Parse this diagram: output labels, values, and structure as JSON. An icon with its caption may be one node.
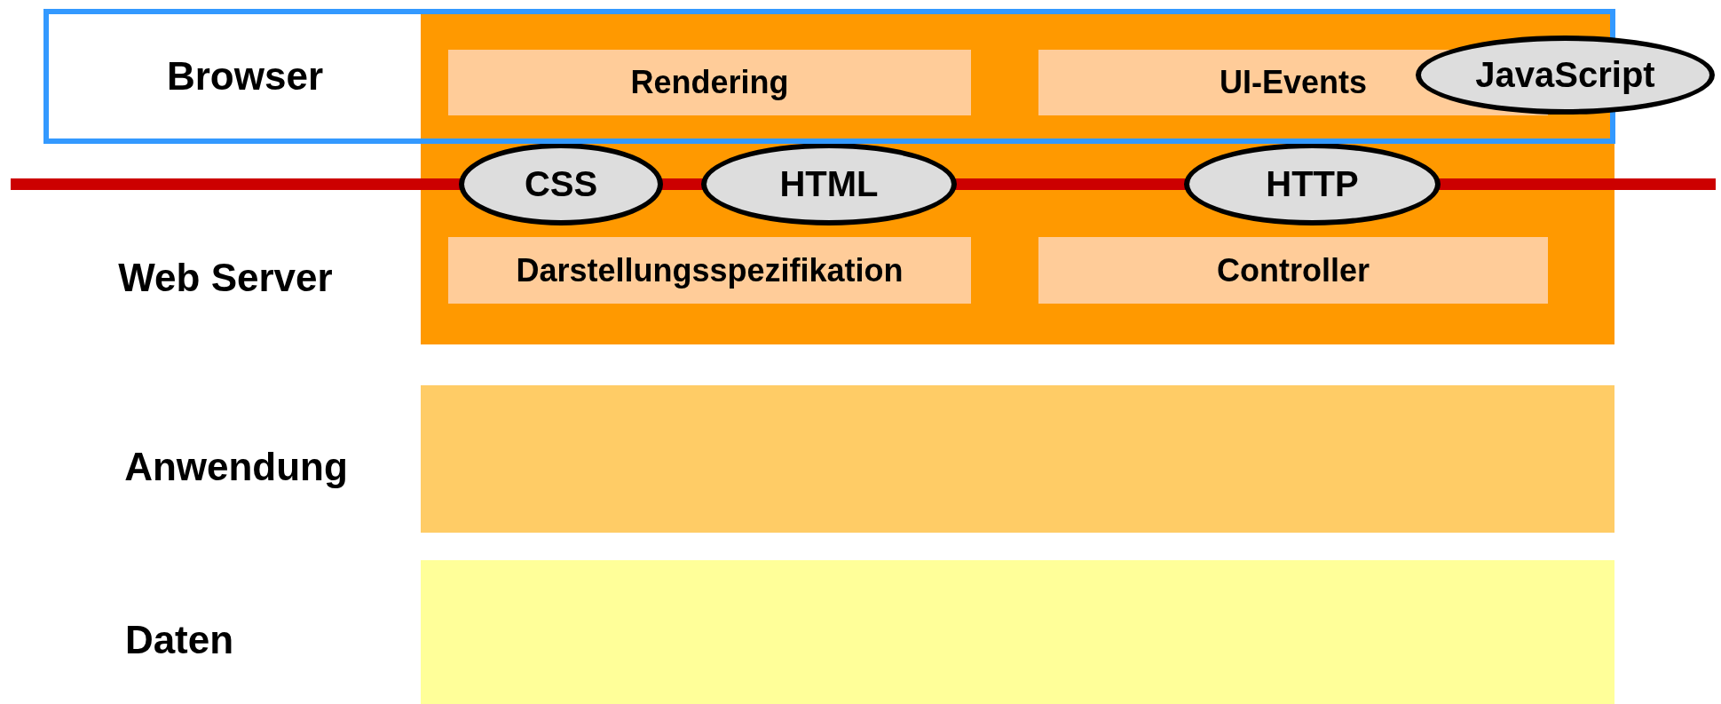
{
  "diagram": {
    "nodes": [
      {
        "text": [
          "Browser"
        ]
      },
      {
        "text": [],
        "shape": "box"
      },
      {
        "text": [
          "Rendering"
        ]
      },
      {
        "text": [
          "UI-Events"
        ]
      },
      {
        "text": [
          "JavaScript"
        ]
      },
      {
        "text": [
          "CSS"
        ],
        "in": 1
      },
      {
        "text": [
          "HTML"
        ],
        "in": 1
      },
      {
        "text": [
          "HTTP"
        ],
        "in": 1
      },
      {
        "text": [
          "Darstellungsspezifikation"
        ],
        "in": 1
      },
      {
        "text": [
          "Controller"
        ],
        "in": 1
      },
      {
        "text": [],
        "shape": "box"
      },
      {
        "text": [],
        "shape": "box"
      }
    ],
    "edges": [],
    "labels": [
      "Web Server",
      "Anwendung",
      "Daten"
    ]
  }
}
